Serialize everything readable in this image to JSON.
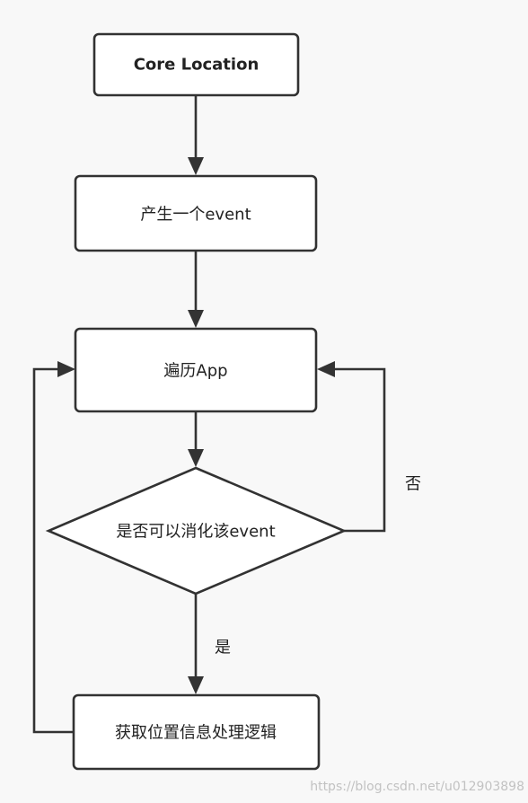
{
  "nodes": {
    "core_location": "Core Location",
    "generate_event": "产生一个event",
    "iterate_app": "遍历App",
    "can_consume": "是否可以消化该event",
    "get_location": "获取位置信息处理逻辑"
  },
  "edges": {
    "no_label": "否",
    "yes_label": "是"
  },
  "watermark": "https://blog.csdn.net/u012903898",
  "colors": {
    "background": "#f8f8f8",
    "node_fill": "#ffffff",
    "stroke": "#323232",
    "text": "#222222",
    "watermark": "#c2c2c2"
  }
}
